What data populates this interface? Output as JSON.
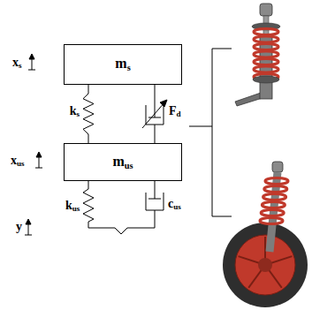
{
  "diagram": {
    "nodes": [
      {
        "text": [
          "ms"
        ]
      },
      {
        "text": [
          "mus"
        ]
      }
    ],
    "edges": [
      {
        "from": 0,
        "to": 1,
        "arrow": "none",
        "label": "ks"
      },
      {
        "from": 0,
        "to": 1,
        "arrow": "none",
        "label": "Fd"
      }
    ],
    "labels": [
      "xs",
      "xus",
      "y",
      "kus",
      "cus"
    ]
  }
}
